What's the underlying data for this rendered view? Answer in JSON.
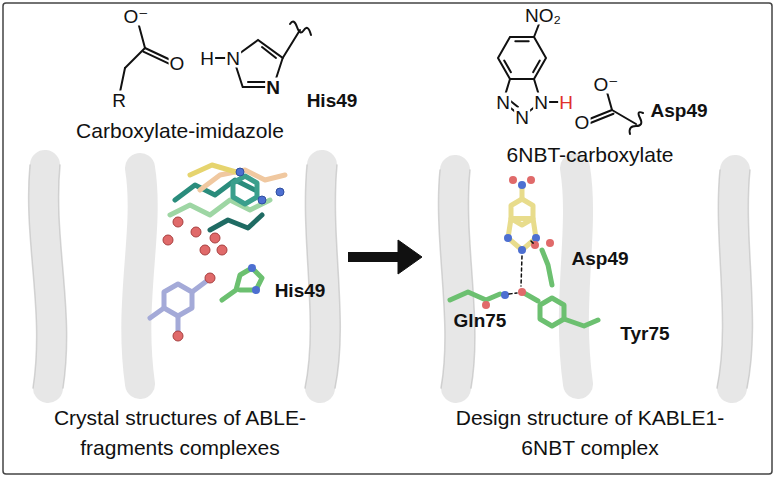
{
  "diagram": {
    "nodes": [
      {
        "text": [
          "Carboxylate-imidazole",
          "Crystal structures of ABLE-fragments complexes"
        ]
      },
      {
        "text": [
          "6NBT-carboxylate",
          "Design structure of KABLE1-6NBT complex"
        ]
      }
    ],
    "edges": [
      {
        "from": 0,
        "to": 1,
        "arrow": "to"
      }
    ],
    "labels": [
      "O⁻",
      "O",
      "R",
      "H",
      "N",
      "N",
      "His49",
      "NO₂",
      "N",
      "H",
      "N",
      "N",
      "O⁻",
      "O",
      "Asp49",
      "His49",
      "Asp49",
      "Gln75",
      "Tyr75"
    ]
  }
}
